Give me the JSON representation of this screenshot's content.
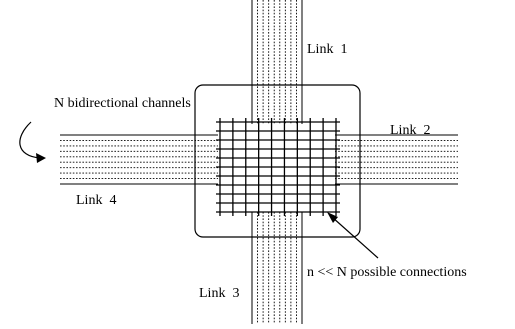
{
  "diagram": {
    "links": [
      {
        "id": "link-1",
        "label": "Link  1"
      },
      {
        "id": "link-2",
        "label": "Link  2"
      },
      {
        "id": "link-3",
        "label": "Link  3"
      },
      {
        "id": "link-4",
        "label": "Link  4"
      }
    ],
    "annotations": {
      "channels": "N bidirectional channels",
      "connections": "n << N possible connections"
    },
    "crossbar": {
      "rows": 11,
      "cols": 10
    },
    "channel_lines_per_link": 8,
    "stroke_color": "#000000",
    "background_color": "#ffffff"
  }
}
